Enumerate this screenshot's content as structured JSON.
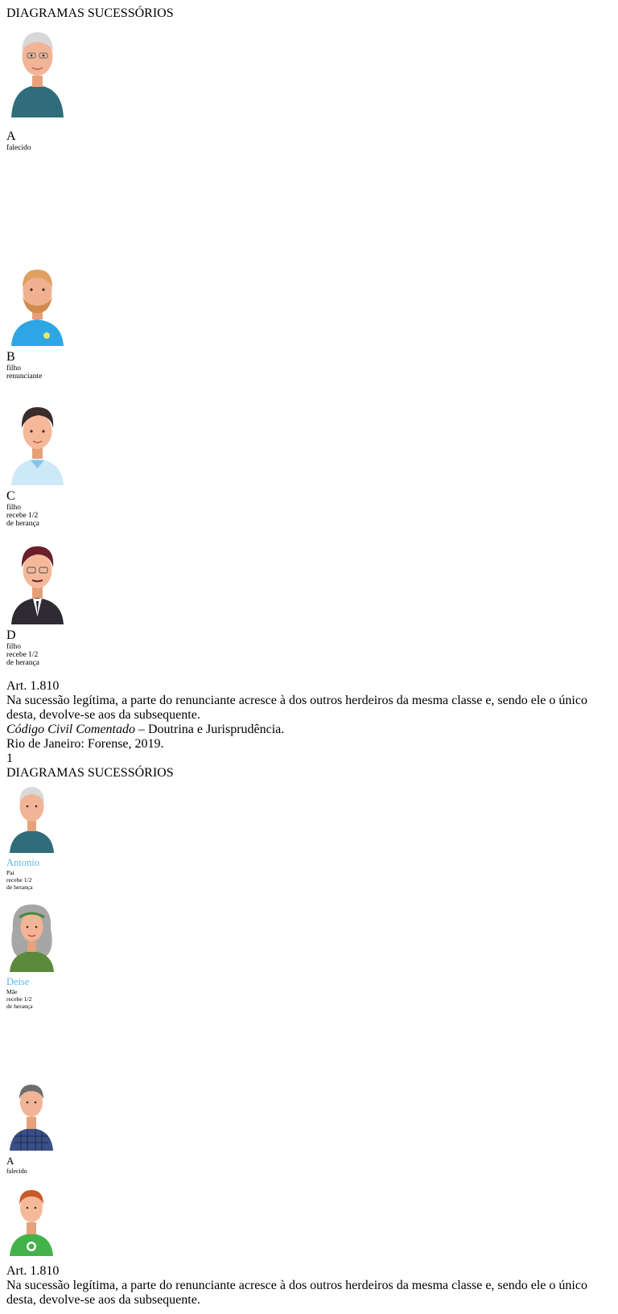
{
  "slide1": {
    "title": "DIAGRAMAS SUCESSÓRIOS",
    "deceased": {
      "letter": "A",
      "label": "falecido"
    },
    "children": [
      {
        "letter": "B",
        "line1": "filho",
        "line2": "renunciante",
        "line3": ""
      },
      {
        "letter": "C",
        "line1": "filho",
        "line2": "recebe 1/2",
        "line3": "de herança"
      },
      {
        "letter": "D",
        "line1": "filho",
        "line2": "recebe 1/2",
        "line3": "de herança"
      }
    ],
    "article": {
      "title": "Art. 1.810",
      "text": "Na sucessão legítima, a parte do renunciante acresce à dos outros herdeiros da mesma classe e, sendo ele o único desta, devolve-se aos da subsequente."
    }
  },
  "footer": {
    "source_italic": "Código Civil Comentado",
    "source_rest": " – Doutrina e Jurisprudência.",
    "line2": "Rio de Janeiro: Forense, 2019.",
    "page_number": "1"
  },
  "slide2": {
    "title": "DIAGRAMAS SUCESSÓRIOS",
    "father": {
      "name": "Antonio",
      "line1": "Pai",
      "line2": "recebe 1/2",
      "line3": "de herança"
    },
    "mother": {
      "name": "Deise",
      "line1": "Mãe",
      "line2": "recebe 1/2",
      "line3": "de herança"
    },
    "deceased": {
      "letter": "A",
      "label": "falecido"
    },
    "article": {
      "title": "Art. 1.810",
      "text": "Na sucessão legítima, a parte do renunciante acresce à dos outros herdeiros da mesma classe e, sendo ele o único desta, devolve-se aos da subsequente."
    }
  },
  "colors": {
    "title_blue": "#23408e",
    "deceased_card": "#7e4f78",
    "heir_card": "#ececec",
    "heir_text": "#5bb8eb",
    "page_bar": "#1e9be2"
  }
}
